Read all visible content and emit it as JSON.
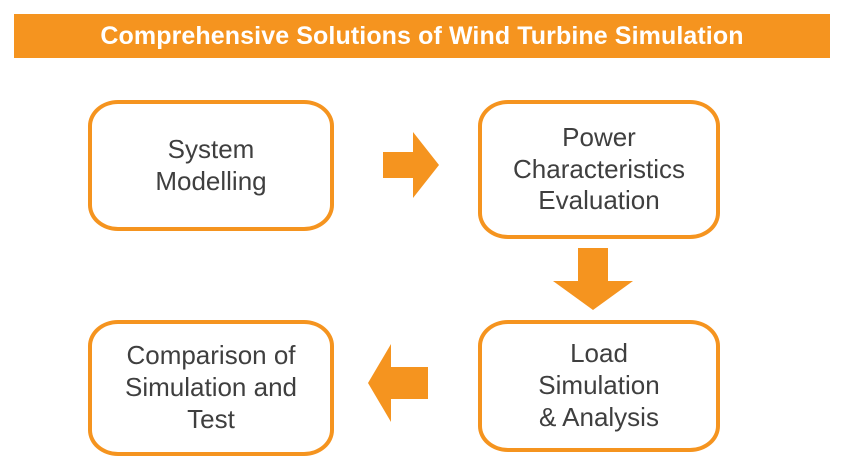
{
  "header": {
    "title": "Comprehensive Solutions of Wind Turbine Simulation",
    "background_color": "#f5941f",
    "text_color": "#ffffff"
  },
  "theme": {
    "accent_color": "#f5941f",
    "node_border_color": "#f5941f",
    "node_fill_color": "#ffffff",
    "node_text_color": "#3f3f3f",
    "canvas_background": "#ffffff"
  },
  "diagram": {
    "type": "flowchart-cycle",
    "nodes": [
      {
        "id": "system-modelling",
        "label": "System\nModelling",
        "lines": [
          "System",
          "Modelling"
        ],
        "position": "top-left"
      },
      {
        "id": "power-characteristics",
        "label": "Power\nCharacteristics\nEvaluation",
        "lines": [
          "Power",
          "Characteristics",
          "Evaluation"
        ],
        "position": "top-right"
      },
      {
        "id": "load-simulation",
        "label": "Load\nSimulation\n& Analysis",
        "lines": [
          "Load",
          "Simulation",
          "& Analysis"
        ],
        "position": "bottom-right"
      },
      {
        "id": "comparison",
        "label": "Comparison of\nSimulation and\nTest",
        "lines": [
          "Comparison of",
          "Simulation and",
          "Test"
        ],
        "position": "bottom-left"
      }
    ],
    "connectors": [
      {
        "id": "arrow-right-top",
        "icon": "arrow-right-icon",
        "from": "system-modelling",
        "to": "power-characteristics",
        "direction": "right"
      },
      {
        "id": "arrow-down-right",
        "icon": "arrow-down-icon",
        "from": "power-characteristics",
        "to": "load-simulation",
        "direction": "down"
      },
      {
        "id": "arrow-left-bottom",
        "icon": "arrow-left-icon",
        "from": "load-simulation",
        "to": "comparison",
        "direction": "left"
      }
    ]
  }
}
